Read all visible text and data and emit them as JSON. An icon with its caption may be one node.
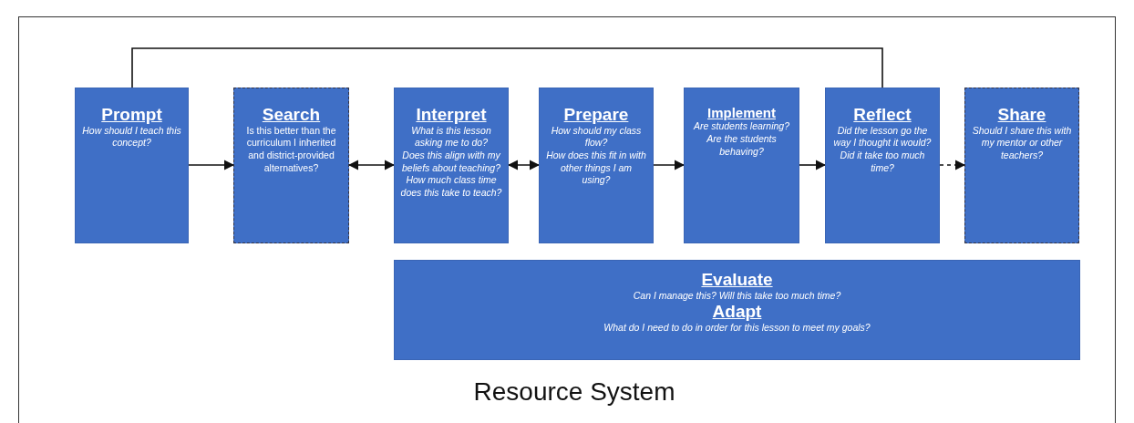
{
  "diagram": {
    "caption": "Resource System",
    "nodes": [
      {
        "text": [
          "Prompt",
          "How should I teach this concept?"
        ]
      },
      {
        "text": [
          "Search",
          "Is this better than the curriculum I inherited and district-provided alternatives?"
        ]
      },
      {
        "text": [
          "Interpret",
          "What is this lesson asking me to do?",
          "Does this align with my beliefs about teaching?",
          "How much class time does this take to teach?"
        ]
      },
      {
        "text": [
          "Prepare",
          "How should my class flow?",
          "How does this fit in with other things I am using?"
        ]
      },
      {
        "text": [
          "Implement",
          "Are students learning?",
          "Are the students behaving?"
        ]
      },
      {
        "text": [
          "Reflect",
          "Did the lesson go the way I thought it would?",
          "Did it take too much time?"
        ]
      },
      {
        "text": [
          "Share",
          "Should I share this with my mentor or other teachers?"
        ]
      },
      {
        "text": [
          "Evaluate",
          "Can I manage this?  Will this take too much time?",
          "Adapt",
          "What do I need to do in order for this lesson to meet my goals?"
        ]
      }
    ],
    "edges": [
      {
        "from": 0,
        "to": 1,
        "arrow": "to"
      },
      {
        "from": 1,
        "to": 2,
        "arrow": "both"
      },
      {
        "from": 2,
        "to": 3,
        "arrow": "both"
      },
      {
        "from": 3,
        "to": 4,
        "arrow": "to"
      },
      {
        "from": 4,
        "to": 5,
        "arrow": "to"
      },
      {
        "from": 5,
        "to": 6,
        "arrow": "to",
        "style": "dashed"
      },
      {
        "from": 0,
        "to": 5,
        "arrow": "none"
      }
    ]
  }
}
